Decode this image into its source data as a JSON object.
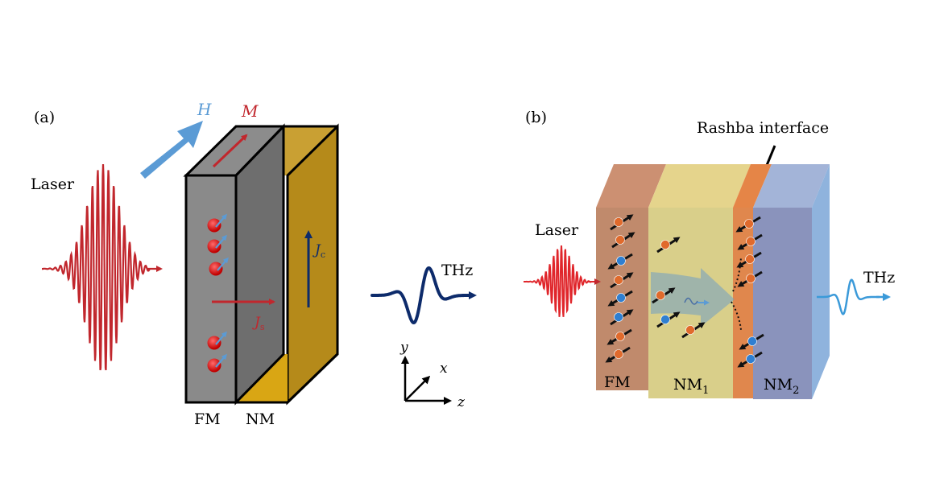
{
  "panel_a": {
    "tag": "(a)",
    "laser_label": "Laser",
    "field_label": "H",
    "magnetization_label": "M",
    "charge_current_label": "J",
    "charge_current_sub": "c",
    "spin_current_label": "J",
    "spin_current_sub": "s",
    "fm_label": "FM",
    "nm_label": "NM",
    "thz_label": "THz",
    "axis_x": "x",
    "axis_y": "y",
    "axis_z": "z"
  },
  "panel_b": {
    "tag": "(b)",
    "rashba_label": "Rashba interface",
    "laser_label": "Laser",
    "thz_label": "THz",
    "fm_label": "FM",
    "nm1_label": "NM",
    "nm1_sub": "1",
    "nm2_label": "NM",
    "nm2_sub": "2"
  },
  "colors": {
    "laser": "#c1272d",
    "thz_dark": "#0d2b6b",
    "thz_light": "#3b9ad9",
    "field_arrow": "#5b9bd5",
    "fm_block": "#7f7f7f",
    "nm_block": "#c8991e",
    "spin_up": "#e06a2c",
    "spin_down": "#2f7fd1"
  }
}
